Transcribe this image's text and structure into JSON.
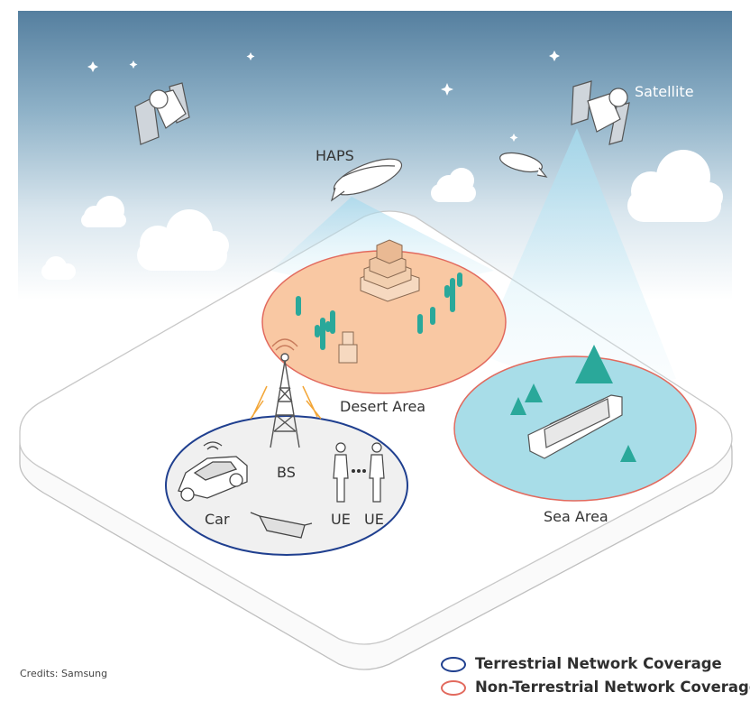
{
  "labels": {
    "satellite": "Satellite",
    "haps": "HAPS",
    "desert_area": "Desert Area",
    "sea_area": "Sea Area",
    "bs": "BS",
    "car": "Car",
    "ue_1": "UE",
    "ue_2": "UE"
  },
  "legend": {
    "items": [
      {
        "label": "Terrestrial Network Coverage",
        "color": "#1f3f8f"
      },
      {
        "label": "Non-Terrestrial Network Coverage",
        "color": "#e26a5e"
      }
    ]
  },
  "credits": "Credits: Samsung",
  "colors": {
    "sky_top": "#557f9f",
    "desert_fill": "#f9c8a3",
    "sea_fill": "#a8dde8",
    "terrestrial_fill": "#f0f0f0",
    "cactus": "#2aa89a"
  },
  "icons": [
    "satellite-icon",
    "haps-airship-icon",
    "cell-tower-icon",
    "car-icon",
    "vr-glasses-icon",
    "person-icon",
    "ship-icon",
    "building-icon",
    "cactus-icon",
    "cloud-icon",
    "star-icon"
  ]
}
